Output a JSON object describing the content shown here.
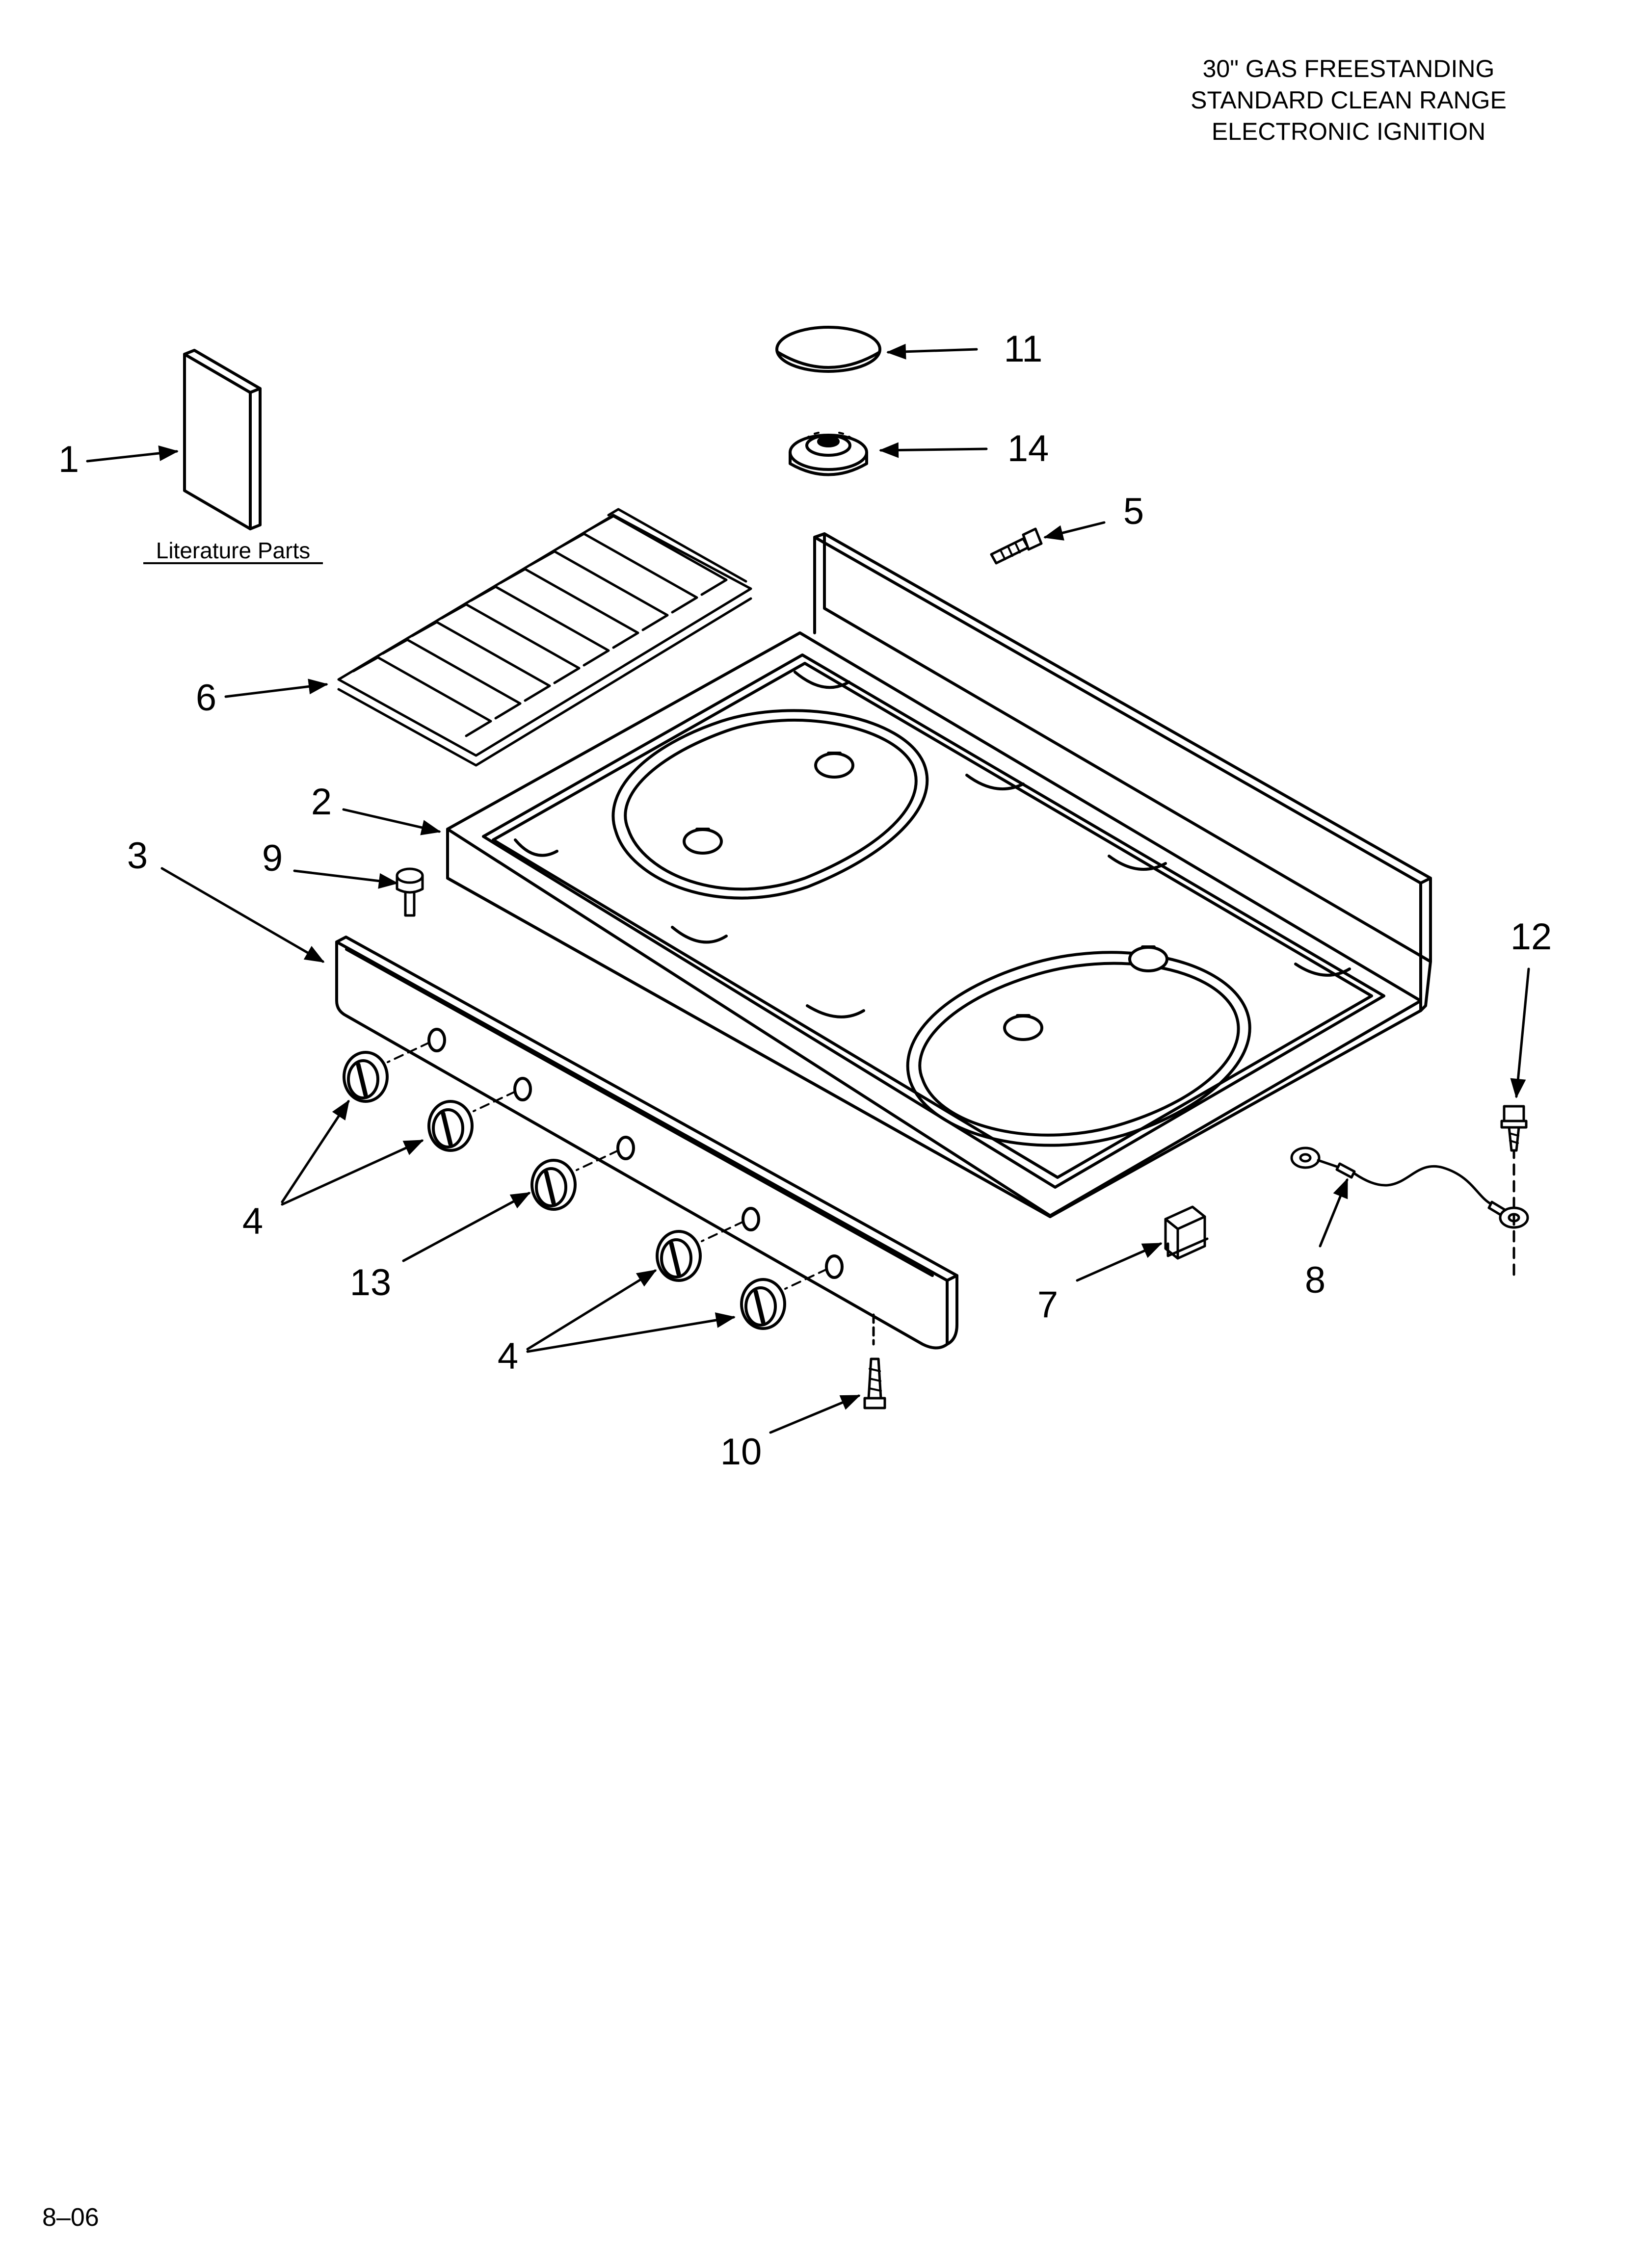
{
  "header": {
    "line1": "30\" GAS FREESTANDING",
    "line2": "STANDARD CLEAN RANGE",
    "line3": "ELECTRONIC IGNITION"
  },
  "literature_label": "Literature Parts",
  "footer": {
    "code": "8–06"
  },
  "callouts": {
    "c1": "1",
    "c2": "2",
    "c3": "3",
    "c4a": "4",
    "c4b": "4",
    "c5": "5",
    "c6": "6",
    "c7": "7",
    "c8": "8",
    "c9": "9",
    "c10": "10",
    "c11": "11",
    "c12": "12",
    "c13": "13",
    "c14": "14"
  }
}
